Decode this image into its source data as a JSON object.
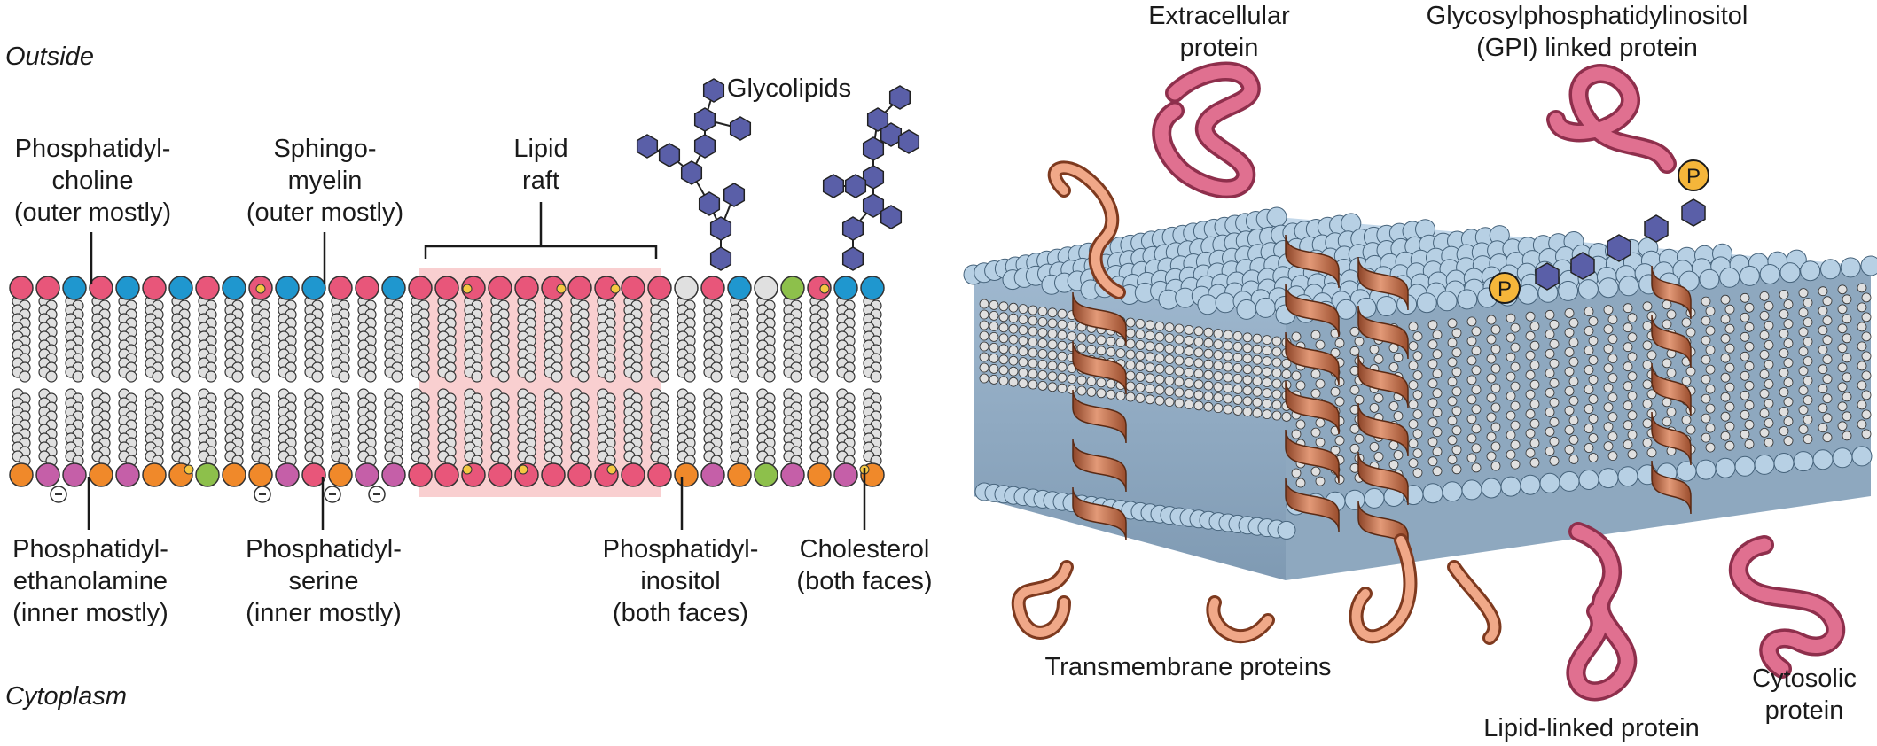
{
  "left_panel": {
    "side_top": "Outside",
    "side_bottom": "Cytoplasm",
    "glycolipids": "Glycolipids",
    "lipid_raft": [
      "Lipid",
      "raft"
    ],
    "phosphatidylcholine": [
      "Phosphatidyl-",
      "choline",
      "(outer mostly)"
    ],
    "sphingomyelin": [
      "Sphingo-",
      "myelin",
      "(outer mostly)"
    ],
    "phosphatidylethanolamine": [
      "Phosphatidyl-",
      "ethanolamine",
      "(inner mostly)"
    ],
    "phosphatidylserine": [
      "Phosphatidyl-",
      "serine",
      "(inner mostly)"
    ],
    "phosphatidylinositol": [
      "Phosphatidyl-",
      "inositol",
      "(both faces)"
    ],
    "cholesterol": [
      "Cholesterol",
      "(both faces)"
    ]
  },
  "right_panel": {
    "extracellular": [
      "Extracellular",
      "protein"
    ],
    "gpi": [
      "Glycosylphosphatidylinositol",
      "(GPI) linked protein"
    ],
    "transmembrane": "Transmembrane proteins",
    "lipid_linked": "Lipid-linked protein",
    "cytosolic": [
      "Cytosolic",
      "protein"
    ],
    "phosphate_symbol": "P"
  },
  "colors": {
    "choline_pink": "#e8567a",
    "sphingomyelin_cyan": "#1f97cf",
    "ethanolamine_orange": "#f0892a",
    "serine_purple": "#c55fa8",
    "inositol_green": "#8dc04b",
    "cholesterol_yellow": "#f5c842",
    "lipid_grey": "#e0e0e0",
    "glycan_blue": "#5a5fa8",
    "raft_pink": "#f9cfd0",
    "helix_copper": "#c87050",
    "protein_rose": "#d9587a",
    "membrane_blue": "#b7d0e4",
    "phosphate_gold": "#f5b63a"
  }
}
